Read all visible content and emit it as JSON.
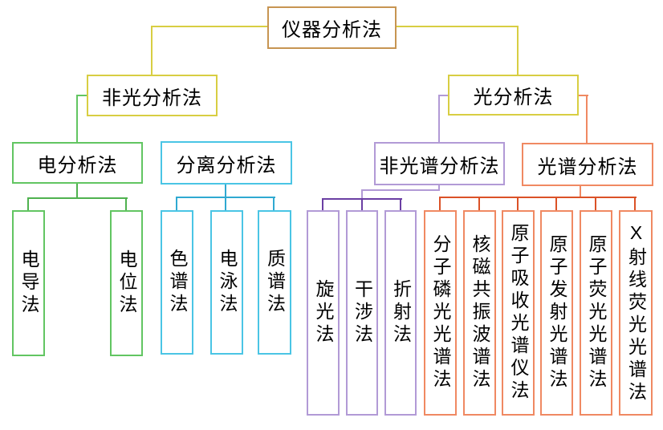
{
  "diagram": {
    "title_node": {
      "label": "仪器分析法"
    },
    "branches": {
      "non_optical": {
        "label": "非光分析法",
        "children": {
          "electro": {
            "label": "电分析法",
            "children": [
              {
                "label": "电导法"
              },
              {
                "label": "电位法"
              }
            ]
          },
          "separation": {
            "label": "分离分析法",
            "children": [
              {
                "label": "色谱法"
              },
              {
                "label": "电泳法"
              },
              {
                "label": "质谱法"
              }
            ]
          }
        }
      },
      "optical": {
        "label": "光分析法",
        "children": {
          "non_spectro": {
            "label": "非光谱分析法",
            "children": [
              {
                "label": "旋光法"
              },
              {
                "label": "干涉法"
              },
              {
                "label": "折射法"
              }
            ]
          },
          "spectro": {
            "label": "光谱分析法",
            "children": [
              {
                "label": "分子磷光光谱法"
              },
              {
                "label": "核磁共振波谱法"
              },
              {
                "label": "原子吸收光谱仪法"
              },
              {
                "label": "原子发射光谱法"
              },
              {
                "label": "原子荧光光谱法"
              },
              {
                "label": "X射线荧光光谱法"
              }
            ]
          }
        }
      }
    }
  },
  "colors": {
    "background": "#FFFFFF",
    "text": "#000000",
    "root_border": "#C79552",
    "yellow": "#D8CE42",
    "green": "#62C562",
    "green_dark": "#4FB24F",
    "cyan": "#4AC5E5",
    "cyan_dark": "#2FA9D1",
    "purple": "#B29AD6",
    "purple_dark": "#6B3FA3",
    "orange": "#F08962",
    "orange_dark": "#DB5227"
  }
}
